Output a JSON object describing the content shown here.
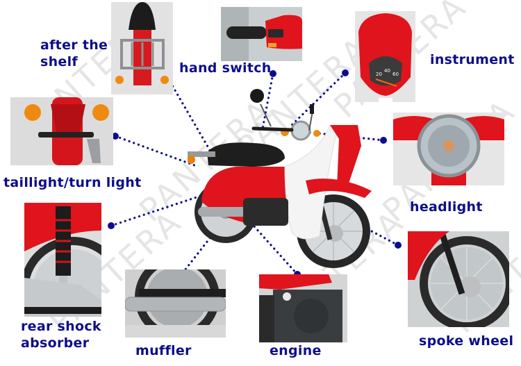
{
  "figure": {
    "title": "Motorcycle parts diagram",
    "watermark_text": "PANTERA",
    "text_color": "#0d0d8c",
    "dot_color": "#0d0d8c",
    "accent_red": "#e0141c"
  },
  "parts": [
    {
      "id": "after-the-shelf",
      "label_line1": "after the",
      "label_line2": "shelf"
    },
    {
      "id": "hand-switch",
      "label": "hand switch"
    },
    {
      "id": "instrument",
      "label": "instrument"
    },
    {
      "id": "taillight-turn-light",
      "label": "taillight/turn light"
    },
    {
      "id": "headlight",
      "label": "headlight"
    },
    {
      "id": "rear-shock-absorber",
      "label_line1": "rear shock",
      "label_line2": "absorber"
    },
    {
      "id": "muffler",
      "label": "muffler"
    },
    {
      "id": "engine",
      "label": "engine"
    },
    {
      "id": "spoke-wheel",
      "label": "spoke wheel"
    }
  ],
  "instrument_gauge": {
    "ticks": [
      "20",
      "40",
      "60"
    ]
  }
}
